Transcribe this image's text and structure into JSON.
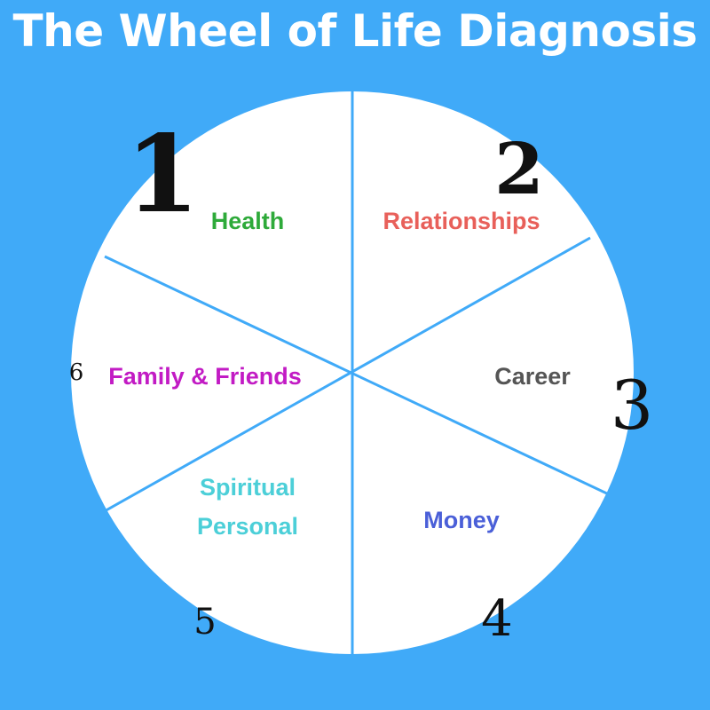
{
  "title": "The Wheel of Life Diagnosis",
  "colors": {
    "background": "#40AAF8",
    "wheel": "#FFFFFF",
    "divider": "#40AAF8"
  },
  "segments": [
    {
      "number": "1",
      "label_lines": [
        "Health"
      ],
      "color": "#2EAA3A"
    },
    {
      "number": "2",
      "label_lines": [
        "Relationships"
      ],
      "color": "#E8605A"
    },
    {
      "number": "3",
      "label_lines": [
        "Career"
      ],
      "color": "#555555"
    },
    {
      "number": "4",
      "label_lines": [
        "Money"
      ],
      "color": "#4A5FD8"
    },
    {
      "number": "5",
      "label_lines": [
        "Spiritual",
        "Personal"
      ],
      "color": "#4CCFD8"
    },
    {
      "number": "6",
      "label_lines": [
        "Family & Friends"
      ],
      "color": "#C21BC4"
    }
  ]
}
